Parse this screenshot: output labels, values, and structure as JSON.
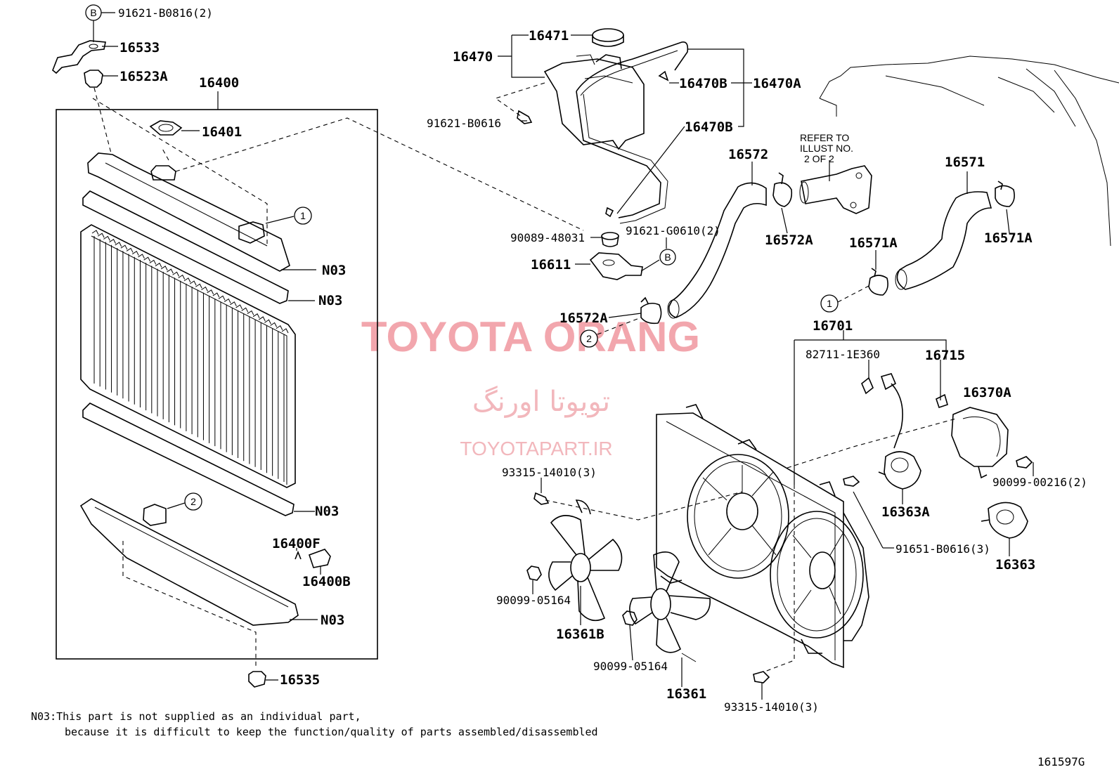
{
  "diagram_id": "161597G",
  "watermark": {
    "brand": "TOYOTA ORANG",
    "brand_fa": "تویوتا اورنگ",
    "url": "TOYOTAPART.IR"
  },
  "note": {
    "line1": "N03:This part is not supplied as an individual part,",
    "line2": "because it is difficult to keep the function/quality of parts assembled/disassembled"
  },
  "refer": {
    "line1": "REFER TO",
    "line2": "ILLUST NO.",
    "line3": "2 OF 2"
  },
  "callouts": {
    "one": "1",
    "two": "2",
    "b": "B"
  },
  "labels": {
    "p91621_b0816": "91621-B0816(2)",
    "p16533": "16533",
    "p16523a": "16523A",
    "p16400": "16400",
    "p16401": "16401",
    "n03_a": "N03",
    "n03_b": "N03",
    "n03_c": "N03",
    "n03_d": "N03",
    "p16400f": "16400F",
    "p16400b": "16400B",
    "p16535": "16535",
    "p16471": "16471",
    "p16470": "16470",
    "p16470b_a": "16470B",
    "p16470a": "16470A",
    "p16470b_b": "16470B",
    "p91621_b0616": "91621-B0616",
    "p90089_48031": "90089-48031",
    "p91621_g0610": "91621-G0610(2)",
    "p16611": "16611",
    "p16572": "16572",
    "p16572a_a": "16572A",
    "p16572a_b": "16572A",
    "p16571": "16571",
    "p16571a_a": "16571A",
    "p16571a_b": "16571A",
    "p16701": "16701",
    "p82711_1e360": "82711-1E360",
    "p16715": "16715",
    "p16370a": "16370A",
    "p93315_14010_a": "93315-14010(3)",
    "p90099_00216": "90099-00216(2)",
    "p16363a": "16363A",
    "p91651_b0616": "91651-B0616(3)",
    "p16363": "16363",
    "p90099_05164_a": "90099-05164",
    "p16361b": "16361B",
    "p90099_05164_b": "90099-05164",
    "p16361": "16361",
    "p93315_14010_b": "93315-14010(3)"
  }
}
